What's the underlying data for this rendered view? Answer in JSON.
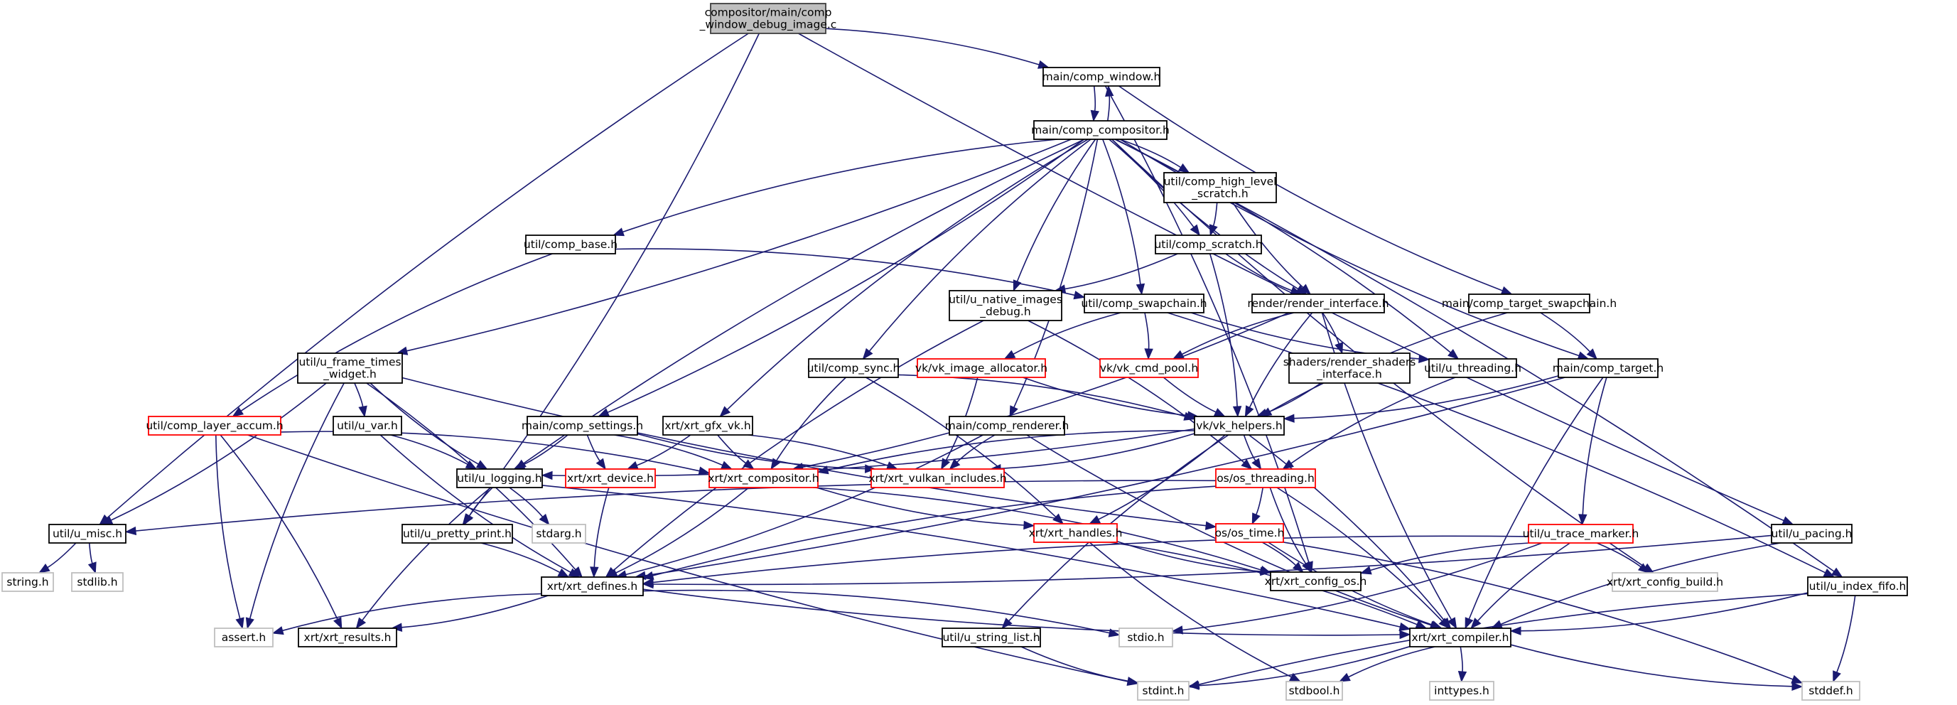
{
  "graph": {
    "title": "compositor/main/comp_window_debug_image.c include dependency graph",
    "colors": {
      "edge": "#191970",
      "root_fill": "#bfbfbf",
      "root_border": "#404040",
      "documented_border": "#000000",
      "incomplete_border": "#ff0000",
      "external_border": "#bfbfbf",
      "node_fill": "#ffffff"
    },
    "nodes": [
      {
        "id": "root",
        "label": [
          "compositor/main/comp",
          "_window_debug_image.c"
        ],
        "kind": "root"
      },
      {
        "id": "comp_window",
        "label": [
          "main/comp_window.h"
        ],
        "kind": "doc"
      },
      {
        "id": "comp_compositor",
        "label": [
          "main/comp_compositor.h"
        ],
        "kind": "doc"
      },
      {
        "id": "comp_high_level_scratch",
        "label": [
          "util/comp_high_level",
          "_scratch.h"
        ],
        "kind": "doc"
      },
      {
        "id": "comp_base",
        "label": [
          "util/comp_base.h"
        ],
        "kind": "doc"
      },
      {
        "id": "comp_scratch",
        "label": [
          "util/comp_scratch.h"
        ],
        "kind": "doc"
      },
      {
        "id": "u_native_images_debug",
        "label": [
          "util/u_native_images",
          "_debug.h"
        ],
        "kind": "doc"
      },
      {
        "id": "comp_swapchain",
        "label": [
          "util/comp_swapchain.h"
        ],
        "kind": "doc"
      },
      {
        "id": "render_interface",
        "label": [
          "render/render_interface.h"
        ],
        "kind": "doc"
      },
      {
        "id": "comp_target_swapchain",
        "label": [
          "main/comp_target_swapchain.h"
        ],
        "kind": "doc"
      },
      {
        "id": "u_frame_times_widget",
        "label": [
          "util/u_frame_times",
          "_widget.h"
        ],
        "kind": "doc"
      },
      {
        "id": "comp_sync",
        "label": [
          "util/comp_sync.h"
        ],
        "kind": "doc"
      },
      {
        "id": "vk_image_allocator",
        "label": [
          "vk/vk_image_allocator.h"
        ],
        "kind": "incomplete"
      },
      {
        "id": "vk_cmd_pool",
        "label": [
          "vk/vk_cmd_pool.h"
        ],
        "kind": "incomplete"
      },
      {
        "id": "render_shaders_interface",
        "label": [
          "shaders/render_shaders",
          "_interface.h"
        ],
        "kind": "doc"
      },
      {
        "id": "u_threading",
        "label": [
          "util/u_threading.h"
        ],
        "kind": "doc"
      },
      {
        "id": "comp_target",
        "label": [
          "main/comp_target.h"
        ],
        "kind": "doc"
      },
      {
        "id": "comp_layer_accum",
        "label": [
          "util/comp_layer_accum.h"
        ],
        "kind": "incomplete"
      },
      {
        "id": "u_var",
        "label": [
          "util/u_var.h"
        ],
        "kind": "doc"
      },
      {
        "id": "comp_settings",
        "label": [
          "main/comp_settings.h"
        ],
        "kind": "doc"
      },
      {
        "id": "xrt_gfx_vk",
        "label": [
          "xrt/xrt_gfx_vk.h"
        ],
        "kind": "doc"
      },
      {
        "id": "comp_renderer",
        "label": [
          "main/comp_renderer.h"
        ],
        "kind": "doc"
      },
      {
        "id": "vk_helpers",
        "label": [
          "vk/vk_helpers.h"
        ],
        "kind": "doc"
      },
      {
        "id": "u_logging",
        "label": [
          "util/u_logging.h"
        ],
        "kind": "doc"
      },
      {
        "id": "xrt_device",
        "label": [
          "xrt/xrt_device.h"
        ],
        "kind": "incomplete"
      },
      {
        "id": "xrt_compositor",
        "label": [
          "xrt/xrt_compositor.h"
        ],
        "kind": "incomplete"
      },
      {
        "id": "xrt_vulkan_includes",
        "label": [
          "xrt/xrt_vulkan_includes.h"
        ],
        "kind": "incomplete"
      },
      {
        "id": "os_threading",
        "label": [
          "os/os_threading.h"
        ],
        "kind": "incomplete"
      },
      {
        "id": "u_misc",
        "label": [
          "util/u_misc.h"
        ],
        "kind": "doc"
      },
      {
        "id": "u_pretty_print",
        "label": [
          "util/u_pretty_print.h"
        ],
        "kind": "doc"
      },
      {
        "id": "stdarg",
        "label": [
          "stdarg.h"
        ],
        "kind": "external"
      },
      {
        "id": "xrt_handles",
        "label": [
          "xrt/xrt_handles.h"
        ],
        "kind": "incomplete"
      },
      {
        "id": "os_time",
        "label": [
          "os/os_time.h"
        ],
        "kind": "incomplete"
      },
      {
        "id": "u_trace_marker",
        "label": [
          "util/u_trace_marker.h"
        ],
        "kind": "incomplete"
      },
      {
        "id": "u_pacing",
        "label": [
          "util/u_pacing.h"
        ],
        "kind": "doc"
      },
      {
        "id": "string_h",
        "label": [
          "string.h"
        ],
        "kind": "external"
      },
      {
        "id": "stdlib_h",
        "label": [
          "stdlib.h"
        ],
        "kind": "external"
      },
      {
        "id": "xrt_defines",
        "label": [
          "xrt/xrt_defines.h"
        ],
        "kind": "doc"
      },
      {
        "id": "xrt_config_os",
        "label": [
          "xrt/xrt_config_os.h"
        ],
        "kind": "doc"
      },
      {
        "id": "xrt_config_build",
        "label": [
          "xrt/xrt_config_build.h"
        ],
        "kind": "external"
      },
      {
        "id": "u_index_fifo",
        "label": [
          "util/u_index_fifo.h"
        ],
        "kind": "doc"
      },
      {
        "id": "assert_h",
        "label": [
          "assert.h"
        ],
        "kind": "external"
      },
      {
        "id": "xrt_results",
        "label": [
          "xrt/xrt_results.h"
        ],
        "kind": "doc"
      },
      {
        "id": "stdio_h",
        "label": [
          "stdio.h"
        ],
        "kind": "external"
      },
      {
        "id": "xrt_compiler",
        "label": [
          "xrt/xrt_compiler.h"
        ],
        "kind": "doc"
      },
      {
        "id": "u_string_list",
        "label": [
          "util/u_string_list.h"
        ],
        "kind": "doc"
      },
      {
        "id": "stdint_h",
        "label": [
          "stdint.h"
        ],
        "kind": "external"
      },
      {
        "id": "stdbool_h",
        "label": [
          "stdbool.h"
        ],
        "kind": "external"
      },
      {
        "id": "inttypes_h",
        "label": [
          "inttypes.h"
        ],
        "kind": "external"
      },
      {
        "id": "stddef_h",
        "label": [
          "stddef.h"
        ],
        "kind": "external"
      }
    ],
    "edges": [
      [
        "root",
        "comp_window"
      ],
      [
        "root",
        "u_misc"
      ],
      [
        "root",
        "u_pretty_print"
      ],
      [
        "root",
        "u_pacing"
      ],
      [
        "comp_window",
        "comp_compositor"
      ],
      [
        "comp_compositor",
        "comp_window"
      ],
      [
        "comp_window",
        "xrt_config_os"
      ],
      [
        "comp_window",
        "comp_target_swapchain"
      ],
      [
        "comp_compositor",
        "comp_high_level_scratch"
      ],
      [
        "comp_compositor",
        "comp_base"
      ],
      [
        "comp_compositor",
        "comp_scratch"
      ],
      [
        "comp_compositor",
        "u_native_images_debug"
      ],
      [
        "comp_compositor",
        "comp_swapchain"
      ],
      [
        "comp_compositor",
        "render_interface"
      ],
      [
        "comp_compositor",
        "u_frame_times_widget"
      ],
      [
        "comp_compositor",
        "comp_sync"
      ],
      [
        "comp_compositor",
        "comp_settings"
      ],
      [
        "comp_compositor",
        "xrt_gfx_vk"
      ],
      [
        "comp_compositor",
        "comp_renderer"
      ],
      [
        "comp_compositor",
        "u_logging"
      ],
      [
        "comp_compositor",
        "u_threading"
      ],
      [
        "comp_compositor",
        "comp_target"
      ],
      [
        "comp_compositor",
        "u_index_fifo"
      ],
      [
        "comp_compositor",
        "xrt_config_build"
      ],
      [
        "comp_high_level_scratch",
        "comp_scratch"
      ],
      [
        "comp_high_level_scratch",
        "render_interface"
      ],
      [
        "comp_base",
        "comp_swapchain"
      ],
      [
        "comp_base",
        "comp_layer_accum"
      ],
      [
        "comp_scratch",
        "u_native_images_debug"
      ],
      [
        "comp_scratch",
        "render_interface"
      ],
      [
        "comp_scratch",
        "vk_helpers"
      ],
      [
        "u_native_images_debug",
        "xrt_defines"
      ],
      [
        "u_native_images_debug",
        "os_threading"
      ],
      [
        "comp_swapchain",
        "vk_image_allocator"
      ],
      [
        "comp_swapchain",
        "vk_cmd_pool"
      ],
      [
        "comp_swapchain",
        "u_threading"
      ],
      [
        "comp_swapchain",
        "u_index_fifo"
      ],
      [
        "render_interface",
        "vk_cmd_pool"
      ],
      [
        "render_interface",
        "render_shaders_interface"
      ],
      [
        "render_interface",
        "vk_helpers"
      ],
      [
        "render_interface",
        "xrt_compositor"
      ],
      [
        "render_interface",
        "xrt_compiler"
      ],
      [
        "comp_target_swapchain",
        "comp_target"
      ],
      [
        "comp_target_swapchain",
        "vk_helpers"
      ],
      [
        "u_frame_times_widget",
        "u_var"
      ],
      [
        "u_frame_times_widget",
        "u_logging"
      ],
      [
        "u_frame_times_widget",
        "u_misc"
      ],
      [
        "u_frame_times_widget",
        "assert_h"
      ],
      [
        "u_frame_times_widget",
        "xrt_defines"
      ],
      [
        "u_frame_times_widget",
        "os_time"
      ],
      [
        "comp_sync",
        "vk_helpers"
      ],
      [
        "comp_sync",
        "xrt_compositor"
      ],
      [
        "comp_sync",
        "xrt_handles"
      ],
      [
        "vk_image_allocator",
        "vk_helpers"
      ],
      [
        "vk_image_allocator",
        "xrt_vulkan_includes"
      ],
      [
        "vk_cmd_pool",
        "vk_helpers"
      ],
      [
        "render_shaders_interface",
        "vk_helpers"
      ],
      [
        "u_threading",
        "os_threading"
      ],
      [
        "comp_target",
        "vk_helpers"
      ],
      [
        "comp_target",
        "u_trace_marker"
      ],
      [
        "comp_target",
        "xrt_defines"
      ],
      [
        "comp_target",
        "xrt_compiler"
      ],
      [
        "comp_layer_accum",
        "xrt_compositor"
      ],
      [
        "comp_layer_accum",
        "assert_h"
      ],
      [
        "comp_layer_accum",
        "xrt_results"
      ],
      [
        "comp_layer_accum",
        "stdint_h"
      ],
      [
        "u_var",
        "u_logging"
      ],
      [
        "u_var",
        "xrt_defines"
      ],
      [
        "comp_settings",
        "u_logging"
      ],
      [
        "comp_settings",
        "xrt_device"
      ],
      [
        "comp_settings",
        "xrt_compositor"
      ],
      [
        "comp_settings",
        "xrt_vulkan_includes"
      ],
      [
        "xrt_gfx_vk",
        "xrt_device"
      ],
      [
        "xrt_gfx_vk",
        "xrt_compositor"
      ],
      [
        "xrt_gfx_vk",
        "xrt_vulkan_includes"
      ],
      [
        "comp_renderer",
        "xrt_vulkan_includes"
      ],
      [
        "comp_renderer",
        "xrt_defines"
      ],
      [
        "comp_renderer",
        "xrt_compiler"
      ],
      [
        "vk_helpers",
        "u_logging"
      ],
      [
        "vk_helpers",
        "xrt_compositor"
      ],
      [
        "vk_helpers",
        "xrt_vulkan_includes"
      ],
      [
        "vk_helpers",
        "os_threading"
      ],
      [
        "vk_helpers",
        "xrt_handles"
      ],
      [
        "vk_helpers",
        "u_string_list"
      ],
      [
        "vk_helpers",
        "xrt_compiler"
      ],
      [
        "u_logging",
        "u_pretty_print"
      ],
      [
        "u_logging",
        "stdarg"
      ],
      [
        "u_logging",
        "xrt_results"
      ],
      [
        "u_logging",
        "xrt_compiler"
      ],
      [
        "xrt_device",
        "xrt_defines"
      ],
      [
        "xrt_compositor",
        "xrt_defines"
      ],
      [
        "xrt_compositor",
        "xrt_handles"
      ],
      [
        "xrt_compositor",
        "xrt_config_os"
      ],
      [
        "os_threading",
        "u_misc"
      ],
      [
        "os_threading",
        "os_time"
      ],
      [
        "os_threading",
        "xrt_config_os"
      ],
      [
        "os_threading",
        "xrt_compiler"
      ],
      [
        "os_threading",
        "xrt_defines"
      ],
      [
        "u_misc",
        "string_h"
      ],
      [
        "u_misc",
        "stdlib_h"
      ],
      [
        "u_pretty_print",
        "xrt_defines"
      ],
      [
        "xrt_handles",
        "xrt_config_os"
      ],
      [
        "xrt_handles",
        "xrt_compiler"
      ],
      [
        "xrt_handles",
        "stdbool_h"
      ],
      [
        "os_time",
        "xrt_config_os"
      ],
      [
        "os_time",
        "xrt_compiler"
      ],
      [
        "os_time",
        "stddef_h"
      ],
      [
        "u_trace_marker",
        "xrt_config_os"
      ],
      [
        "u_trace_marker",
        "xrt_config_build"
      ],
      [
        "u_trace_marker",
        "xrt_compiler"
      ],
      [
        "u_trace_marker",
        "stdio_h"
      ],
      [
        "u_trace_marker",
        "xrt_defines"
      ],
      [
        "u_pacing",
        "xrt_defines"
      ],
      [
        "u_pacing",
        "xrt_compiler"
      ],
      [
        "xrt_defines",
        "xrt_results"
      ],
      [
        "xrt_defines",
        "assert_h"
      ],
      [
        "xrt_defines",
        "stdio_h"
      ],
      [
        "xrt_defines",
        "xrt_compiler"
      ],
      [
        "u_index_fifo",
        "xrt_compiler"
      ],
      [
        "u_index_fifo",
        "stdint_h"
      ],
      [
        "u_index_fifo",
        "stddef_h"
      ],
      [
        "u_string_list",
        "stdint_h"
      ],
      [
        "xrt_compiler",
        "stdint_h"
      ],
      [
        "xrt_compiler",
        "stdbool_h"
      ],
      [
        "xrt_compiler",
        "inttypes_h"
      ],
      [
        "xrt_compiler",
        "stddef_h"
      ]
    ]
  }
}
